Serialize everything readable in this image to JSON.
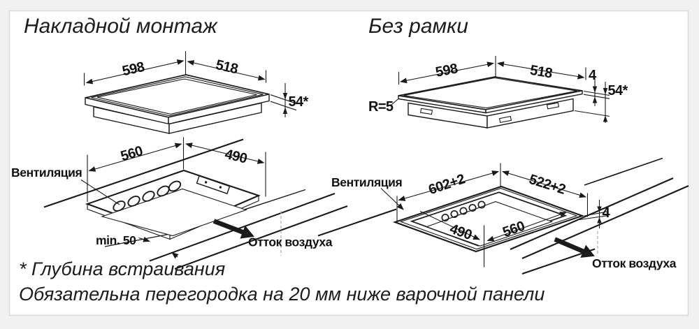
{
  "page": {
    "bg": "#f1f1f1",
    "panel_bg": "#ffffff",
    "panel_border": "#d9d9d9",
    "line_color": "#1a1a1a"
  },
  "left_section": {
    "title": "Накладной монтаж",
    "hob": {
      "width": "598",
      "depth": "518",
      "height": "54*"
    },
    "cutout": {
      "width": "560",
      "depth": "490",
      "ventilation": "Вентиляция",
      "min_gap": "min. 50",
      "airflow": "Отток воздуха"
    }
  },
  "right_section": {
    "title": "Без рамки",
    "hob": {
      "width": "598",
      "depth": "518",
      "glass_thickness": "4",
      "height": "54*",
      "corner_radius": "R=5"
    },
    "cutout": {
      "width": "602+2",
      "depth": "522+2",
      "inner_width": "560",
      "inner_depth": "490",
      "step_depth": "4",
      "ventilation": "Вентиляция",
      "airflow": "Отток воздуха"
    }
  },
  "footnotes": {
    "depth_note": "* Глубина встраивания",
    "partition_note": "Обязательна перегородка на 20 мм ниже варочной панели"
  }
}
